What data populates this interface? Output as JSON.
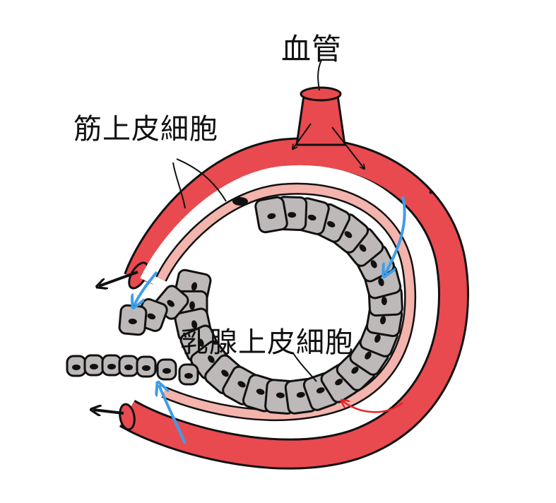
{
  "labels": {
    "vessel": "血管",
    "myoepithelial": "筋上皮細胞",
    "mammary_epithelial": "乳腺上皮細胞"
  },
  "colors": {
    "vessel_red": "#e84a4f",
    "vessel_pink": "#f3b4ad",
    "cell_gray": "#bdb9b9",
    "nucleus": "#111111",
    "arrow_blue": "#3e9ee8",
    "arrow_red": "#e8232a",
    "arrow_black": "#111111"
  },
  "icons": {
    "blue_arrow": "arrow-icon",
    "black_arrow": "arrow-icon"
  }
}
